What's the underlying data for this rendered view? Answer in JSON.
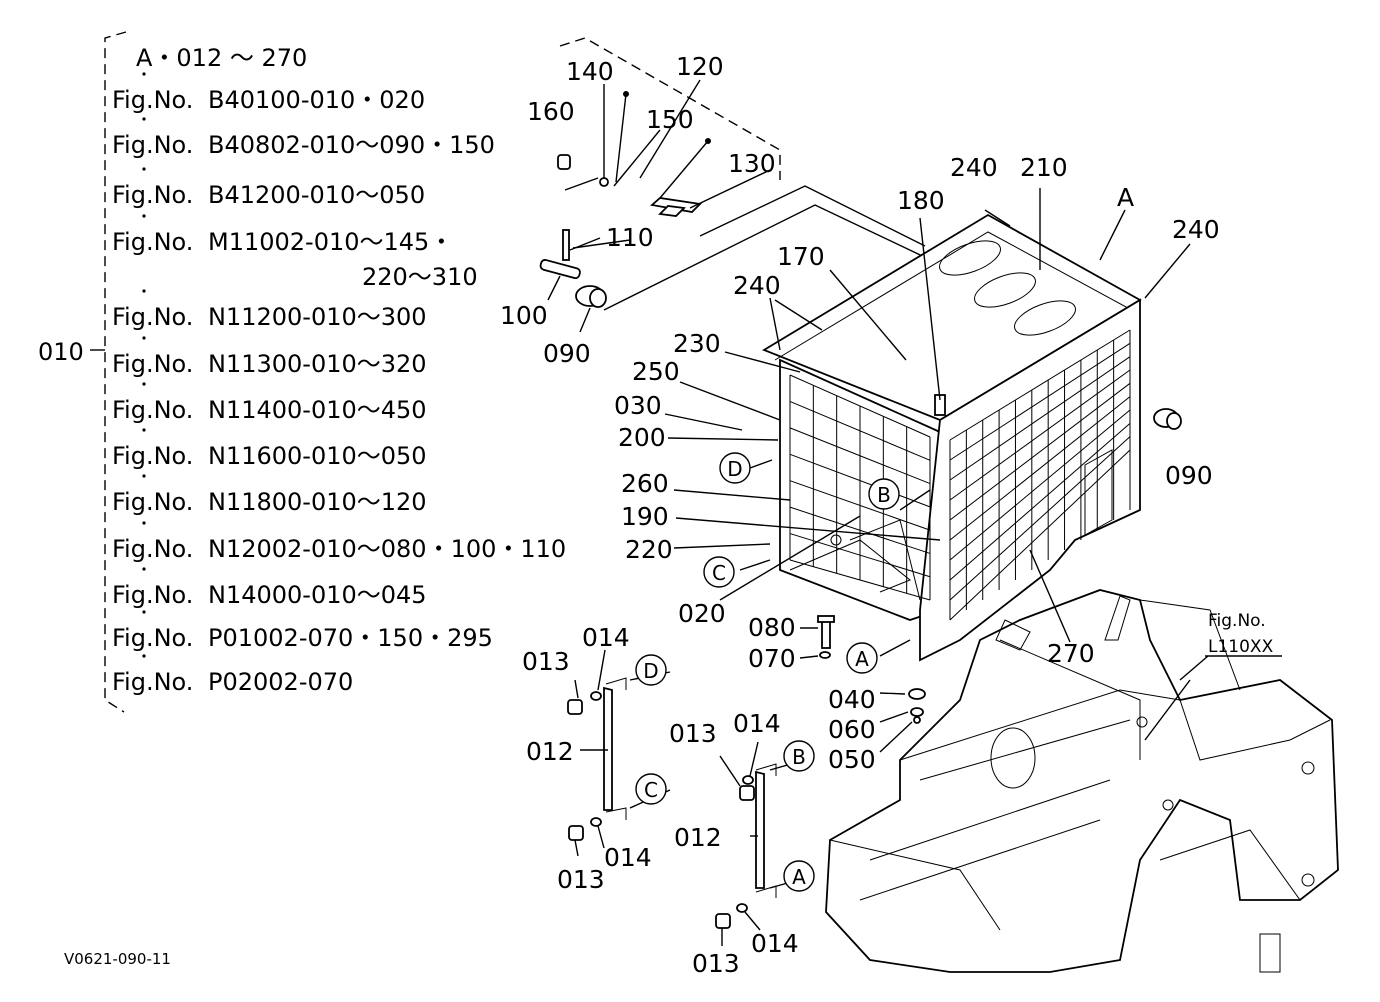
{
  "figure_list": {
    "assembly_ref": "A・012 ～ 270",
    "group_code": "010",
    "entries": [
      {
        "prefix": "Fig.No.",
        "ref": "B40100-010・020"
      },
      {
        "prefix": "Fig.No.",
        "ref": "B40802-010～090・150"
      },
      {
        "prefix": "Fig.No.",
        "ref": "B41200-010～050"
      },
      {
        "prefix": "Fig.No.",
        "ref": "M11002-010～145・"
      },
      {
        "prefix": "",
        "ref": "220～310"
      },
      {
        "prefix": "Fig.No.",
        "ref": "N11200-010～300"
      },
      {
        "prefix": "Fig.No.",
        "ref": "N11300-010～320"
      },
      {
        "prefix": "Fig.No.",
        "ref": "N11400-010～450"
      },
      {
        "prefix": "Fig.No.",
        "ref": "N11600-010～050"
      },
      {
        "prefix": "Fig.No.",
        "ref": "N11800-010～120"
      },
      {
        "prefix": "Fig.No.",
        "ref": "N12002-010～080・100・110"
      },
      {
        "prefix": "Fig.No.",
        "ref": "N14000-010～045"
      },
      {
        "prefix": "Fig.No.",
        "ref": "P01002-070・150・295"
      },
      {
        "prefix": "Fig.No.",
        "ref": "P02002-070"
      }
    ]
  },
  "part_labels": {
    "p120": "120",
    "p140": "140",
    "p150": "150",
    "p160": "160",
    "p130": "130",
    "p110": "110",
    "p100": "100",
    "p090a": "090",
    "p090b": "090",
    "p240a": "240",
    "p240b": "240",
    "p240c": "240",
    "p210": "210",
    "pA_top": "A",
    "p180": "180",
    "p170": "170",
    "p230": "230",
    "p250": "250",
    "p030": "030",
    "p200": "200",
    "p260": "260",
    "p190": "190",
    "p220": "220",
    "p020": "020",
    "p080": "080",
    "p070": "070",
    "p040": "040",
    "p060": "060",
    "p050": "050",
    "p270": "270",
    "p013a": "013",
    "p014a": "014",
    "p012a": "012",
    "p014b": "014",
    "p013b": "013",
    "p013c": "013",
    "p014c": "014",
    "p012b": "012",
    "p014d": "014",
    "p013d": "013"
  },
  "callouts": {
    "cD1": "D",
    "cB1": "B",
    "cC1": "C",
    "cA1": "A",
    "cD2": "D",
    "cC2": "C",
    "cB2": "B",
    "cA2": "A"
  },
  "fig_ref": {
    "line1": "Fig.No.",
    "line2": "L110XX"
  },
  "drawing_code": "V0621-090-11"
}
